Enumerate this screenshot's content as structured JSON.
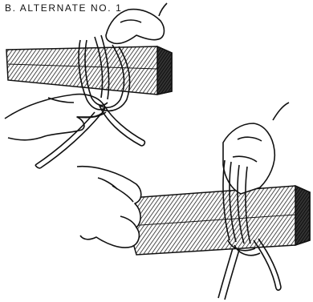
{
  "figure": {
    "caption": "B. ALTERNATE NO. 1",
    "ink_color": "#111111",
    "paper_color": "#ffffff"
  },
  "panels": [
    {
      "name": "upper-step",
      "icon": "hands-tying-rope-on-bar"
    },
    {
      "name": "lower-step",
      "icon": "hands-finishing-knot-on-bar"
    }
  ]
}
